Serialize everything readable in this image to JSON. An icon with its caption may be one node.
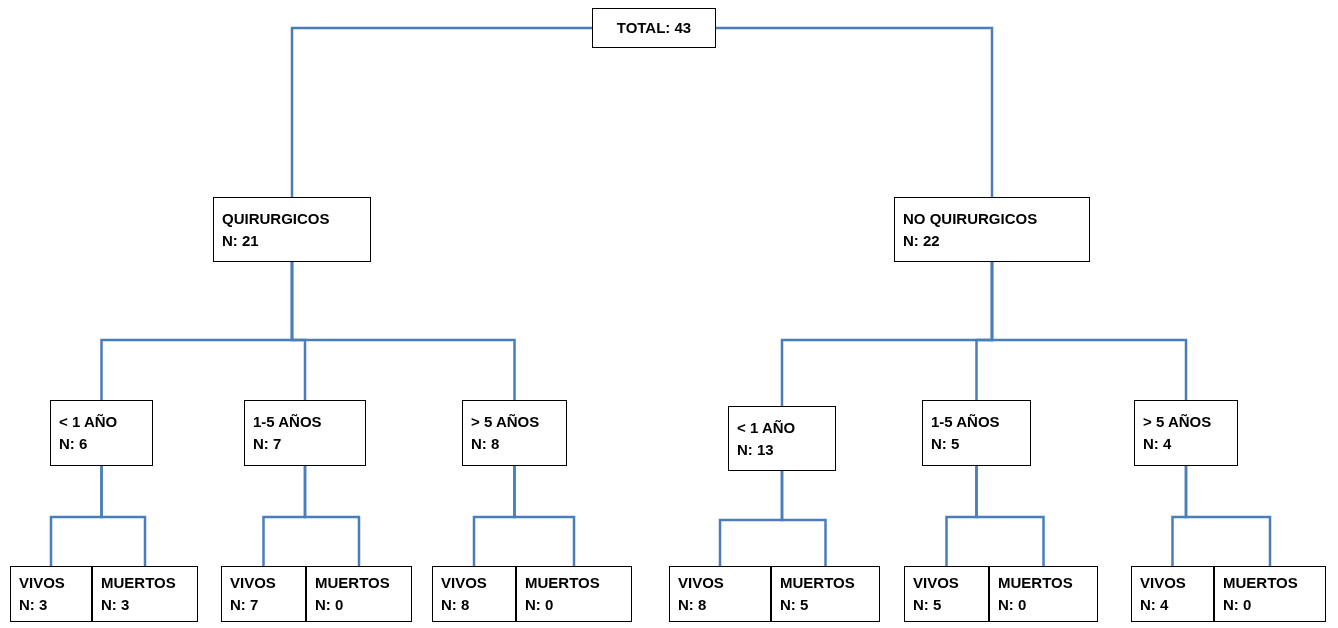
{
  "diagram": {
    "nodes": [
      {
        "text": [
          "TOTAL: 43"
        ]
      },
      {
        "text": [
          "QUIRURGICOS",
          "N: 21"
        ]
      },
      {
        "text": [
          "NO QUIRURGICOS",
          "N: 22"
        ]
      },
      {
        "text": [
          "< 1 AÑO",
          "N: 6"
        ]
      },
      {
        "text": [
          "1-5 AÑOS",
          "N: 7"
        ]
      },
      {
        "text": [
          "> 5 AÑOS",
          "N: 8"
        ]
      },
      {
        "text": [
          "< 1 AÑO",
          "N: 13"
        ]
      },
      {
        "text": [
          "1-5 AÑOS",
          "N: 5"
        ]
      },
      {
        "text": [
          "> 5 AÑOS",
          "N: 4"
        ]
      },
      {
        "text": [
          "VIVOS",
          "N: 3"
        ]
      },
      {
        "text": [
          "MUERTOS",
          "N: 3"
        ]
      },
      {
        "text": [
          "VIVOS",
          "N: 7"
        ]
      },
      {
        "text": [
          "MUERTOS",
          "N: 0"
        ]
      },
      {
        "text": [
          "VIVOS",
          "N: 8"
        ]
      },
      {
        "text": [
          "MUERTOS",
          "N: 0"
        ]
      },
      {
        "text": [
          "VIVOS",
          "N: 8"
        ]
      },
      {
        "text": [
          "MUERTOS",
          "N: 5"
        ]
      },
      {
        "text": [
          "VIVOS",
          "N: 5"
        ]
      },
      {
        "text": [
          "MUERTOS",
          "N: 0"
        ]
      },
      {
        "text": [
          "VIVOS",
          "N: 4"
        ]
      },
      {
        "text": [
          "MUERTOS",
          "N: 0"
        ]
      }
    ],
    "edges": [
      {
        "from": 0,
        "to": 1,
        "arrow": "none"
      },
      {
        "from": 0,
        "to": 2,
        "arrow": "none"
      },
      {
        "from": 1,
        "to": 3,
        "arrow": "none"
      },
      {
        "from": 1,
        "to": 4,
        "arrow": "none"
      },
      {
        "from": 1,
        "to": 5,
        "arrow": "none"
      },
      {
        "from": 2,
        "to": 6,
        "arrow": "none"
      },
      {
        "from": 2,
        "to": 7,
        "arrow": "none"
      },
      {
        "from": 2,
        "to": 8,
        "arrow": "none"
      },
      {
        "from": 3,
        "to": 9,
        "arrow": "none"
      },
      {
        "from": 3,
        "to": 10,
        "arrow": "none"
      },
      {
        "from": 4,
        "to": 11,
        "arrow": "none"
      },
      {
        "from": 4,
        "to": 12,
        "arrow": "none"
      },
      {
        "from": 5,
        "to": 13,
        "arrow": "none"
      },
      {
        "from": 5,
        "to": 14,
        "arrow": "none"
      },
      {
        "from": 6,
        "to": 15,
        "arrow": "none"
      },
      {
        "from": 6,
        "to": 16,
        "arrow": "none"
      },
      {
        "from": 7,
        "to": 17,
        "arrow": "none"
      },
      {
        "from": 7,
        "to": 18,
        "arrow": "none"
      },
      {
        "from": 8,
        "to": 19,
        "arrow": "none"
      },
      {
        "from": 8,
        "to": 20,
        "arrow": "none"
      }
    ]
  }
}
